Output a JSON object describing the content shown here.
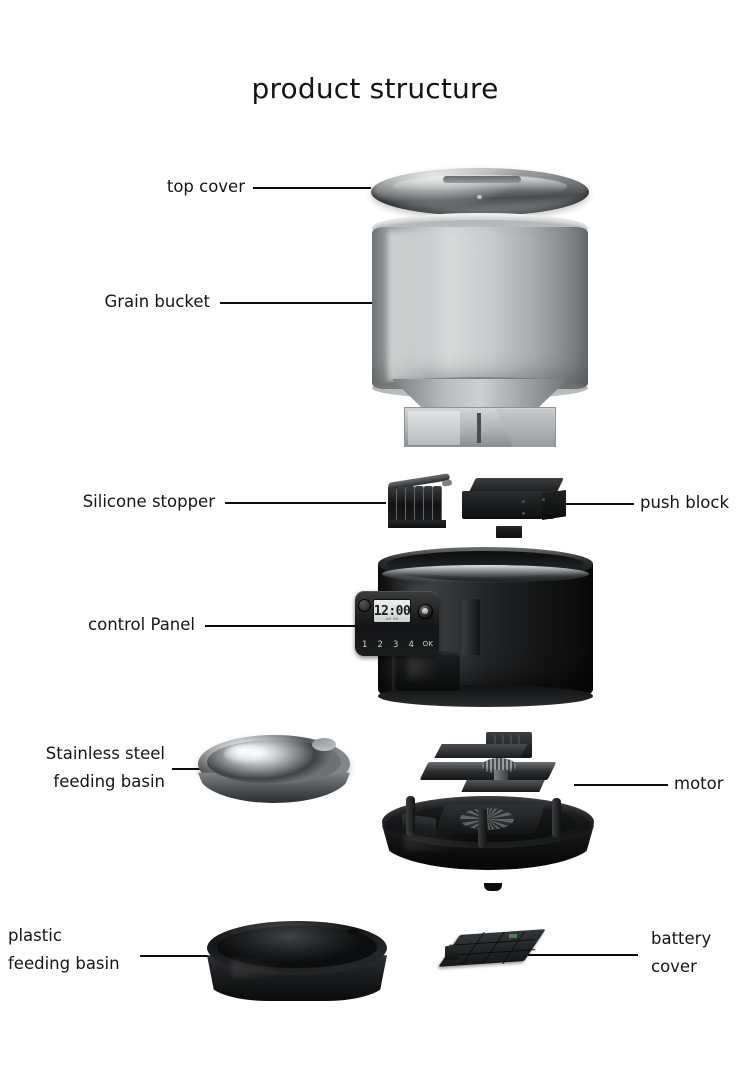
{
  "title": "product structure",
  "labels": {
    "top_cover": "top cover",
    "grain_bucket": "Grain bucket",
    "silicone_stopper": "Silicone stopper",
    "push_block": "push block",
    "control_panel": "control Panel",
    "steel_basin_line1": "Stainless steel",
    "steel_basin_line2": "feeding basin",
    "motor": "motor",
    "plastic_basin_line1": "plastic",
    "plastic_basin_line2": "feeding basin",
    "battery_cover_line1": "battery",
    "battery_cover_line2": "cover"
  },
  "control_panel": {
    "display_time": "12:00",
    "display_sub": "AM PM",
    "buttons": [
      "1",
      "2",
      "3",
      "4"
    ],
    "ok_button": "OK"
  },
  "colors": {
    "background": "#ffffff",
    "text": "#151515",
    "leader_line": "#0c0c0c",
    "body_black": "#141516",
    "bucket_grey": "#c8cbcc",
    "steel_silver": "#d6d9db",
    "lcd_face": "#eceeec"
  }
}
